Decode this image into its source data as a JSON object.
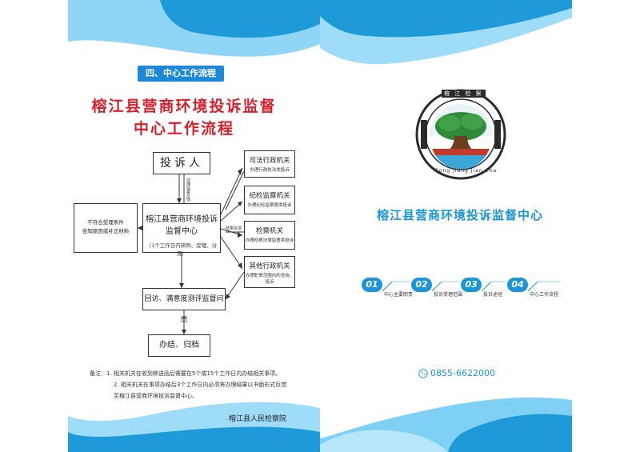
{
  "left_panel": {
    "section_tab": "四、中心工作流程",
    "title_line1": "榕江县营商环境投诉监督",
    "title_line2": "中心工作流程",
    "complainant": "投诉人",
    "center_box": {
      "title": "榕江县营商环境投诉监督中心",
      "subtitle": "（1个工作日内研判、受理、分流）"
    },
    "reject_box": {
      "line1": "不符合受理条件",
      "line2": "告知原因或补正材料"
    },
    "feedback_note_vertical": "办理结果反馈",
    "result_feedback_note": "结果反馈",
    "agencies": [
      {
        "name": "司法行政机关",
        "desc": "办理行政执法类投诉"
      },
      {
        "name": "纪检监察机关",
        "desc": "办理纪检监察督类投诉"
      },
      {
        "name": "检察机关",
        "desc": "办理检察法律监督类投诉"
      },
      {
        "name": "其他行政机关",
        "desc_line1": "办理职责范围内的咨询、",
        "desc_line2": "投诉"
      }
    ],
    "feedback_box": "回访、满意度测评监督问责",
    "closure_box": "办结、归档",
    "notes": {
      "line1": "备注：1. 相关机关在收到移送函后需要在5个或15个工作日内办结相关事项。",
      "line2": "2. 相关机关在事项办结后3个工作日内必须将办理结果以书面形式反馈",
      "line3": "至榕江县营商环境投诉监督中心。"
    },
    "organization": "榕江县人民检察院"
  },
  "right_panel": {
    "emblem_top_text": "榕 江 检 察",
    "emblem_bottom_text": "Rong Jiang Jian Cha",
    "main_title": "榕江县营商环境投诉监督中心",
    "nav_items": [
      {
        "num": "01",
        "label": "中心主要职责"
      },
      {
        "num": "02",
        "label": "投诉受理范围"
      },
      {
        "num": "03",
        "label": "投诉途径"
      },
      {
        "num": "04",
        "label": "中心工作流程"
      }
    ],
    "phone": "0855-6622000"
  },
  "colors": {
    "brand_blue": "#1a96d8",
    "light_blue": "#7fd0f5",
    "title_red": "#d8202a",
    "tab_blue": "#1e88d8"
  }
}
